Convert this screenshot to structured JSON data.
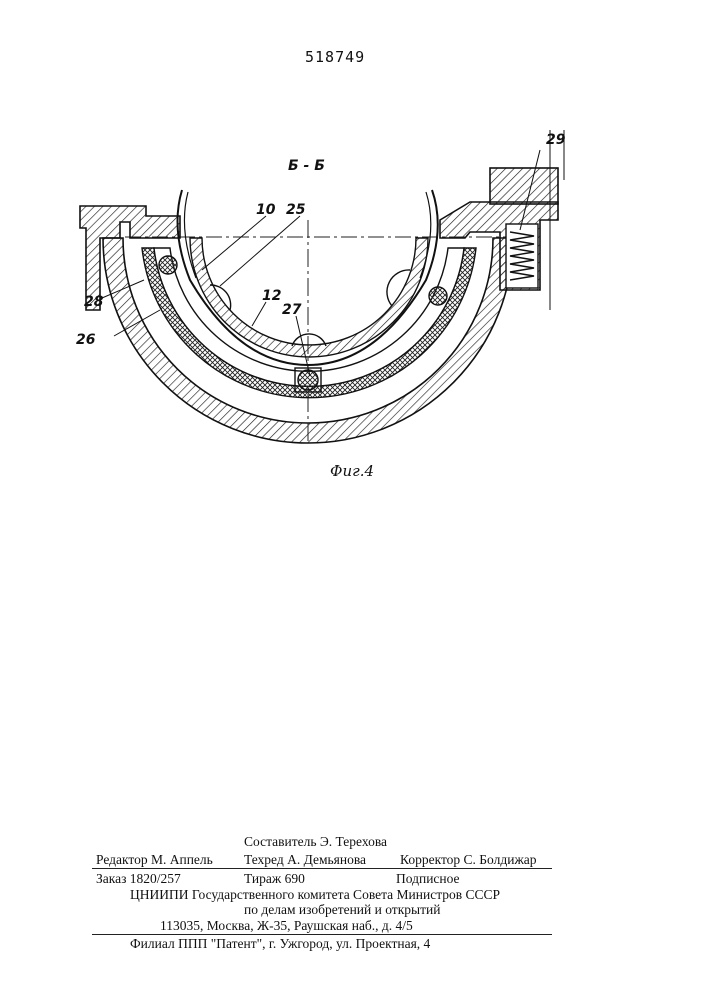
{
  "header": {
    "patent_number": "518749"
  },
  "figure": {
    "section_label": "Б - Б",
    "caption": "Фиг.4",
    "callouts": [
      "10",
      "25",
      "12",
      "27",
      "28",
      "26",
      "29"
    ]
  },
  "footer": {
    "compiler": "Составитель Э. Терехова",
    "editor": "Редактор М. Аппель",
    "techred": "Техред А. Демьянова",
    "corrector": "Корректор С. Болдижар",
    "order": "Заказ 1820/257",
    "print_run": "Тираж 690",
    "subscription": "Подписное",
    "institute_line1": "ЦНИИПИ Государственного комитета Совета Министров СССР",
    "institute_line2": "по делам изобретений и открытий",
    "address": "113035, Москва, Ж-35, Раушская наб., д. 4/5",
    "branch": "Филиал ППП \"Патент\", г. Ужгород, ул. Проектная, 4"
  }
}
